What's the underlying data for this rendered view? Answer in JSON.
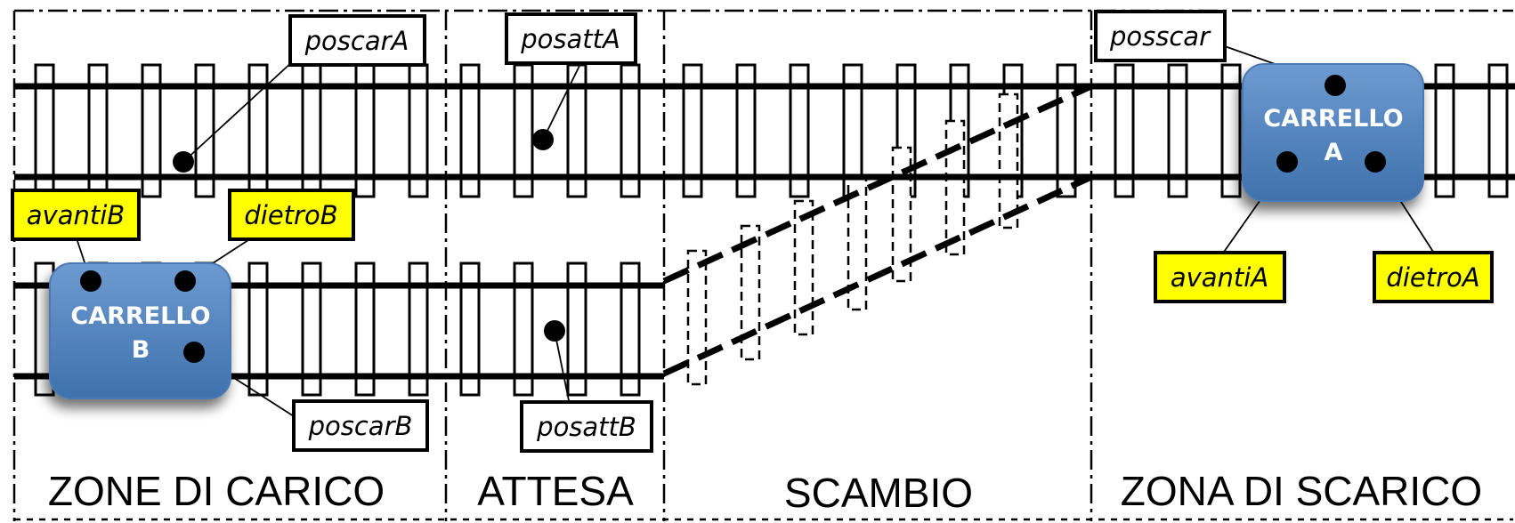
{
  "zones": {
    "loading": "ZONE DI CARICO",
    "waiting": "ATTESA",
    "switch": "SCAMBIO",
    "unloading": "ZONA DI SCARICO"
  },
  "carts": {
    "a": {
      "line1": "CARRELLO",
      "line2": "A"
    },
    "b": {
      "line1": "CARRELLO",
      "line2": "B"
    }
  },
  "sensors": {
    "poscarA": "poscarA",
    "posattA": "posattA",
    "posscar": "posscar",
    "poscarB": "poscarB",
    "posattB": "posattB",
    "avantiA": "avantiA",
    "dietroA": "dietroA",
    "avantiB": "avantiB",
    "dietroB": "dietroB"
  },
  "colors": {
    "cart_fill": "#4f81bd",
    "sensor_label_highlight": "#ffff00",
    "track": "#000000"
  }
}
